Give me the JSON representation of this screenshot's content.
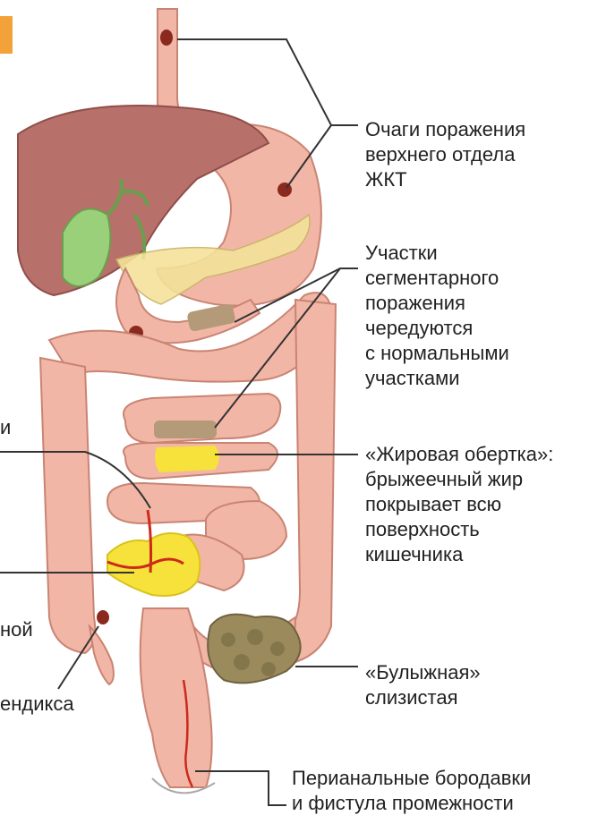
{
  "labels": {
    "upper_gi": [
      "Очаги поражения",
      "верхнего отдела",
      "ЖКТ"
    ],
    "segmental": [
      "Участки",
      "сегментарного",
      "поражения",
      "чередуются",
      "с нормальными",
      "участками"
    ],
    "fat_wrap": [
      "«Жировая обертка»:",
      "брыжеечный жир",
      "покрывает всю",
      "поверхность",
      "кишечника"
    ],
    "cobblestone": [
      "«Булыжная»",
      "слизистая"
    ],
    "perianal": [
      "Перианальные бородавки",
      "и фистула промежности"
    ],
    "left_cut_1": "и",
    "left_cut_2": "ной",
    "left_cut_3": "ендикса"
  },
  "colors": {
    "liver": "#b8706a",
    "intestine": "#f2b6a6",
    "intestine_outline": "#c98473",
    "gallbladder": "#9bd07a",
    "pancreas": "#f4e29a",
    "fat_yellow": "#f6e23a",
    "diseased_segment": "#b49a78",
    "cobblestone": "#9b8a5c",
    "lesion": "#8a2a1e",
    "leader_line": "#333333",
    "accent_tab": "#f3a23a"
  }
}
